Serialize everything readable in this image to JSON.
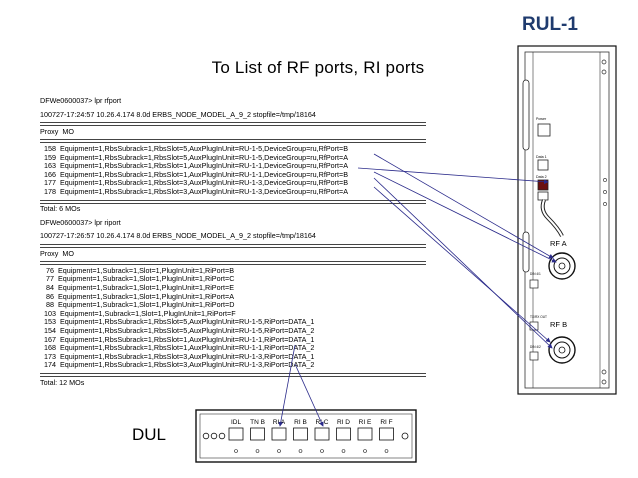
{
  "slide": {
    "title": "To List of RF ports, RI ports",
    "rul_label": "RUL-1",
    "dul_label": "DUL"
  },
  "listing": [
    {
      "kind": "text",
      "text": "DFWe0600037> lpr rfport"
    },
    {
      "kind": "gap"
    },
    {
      "kind": "text",
      "text": "100727-17:24:57 10.26.4.174 8.0d ERBS_NODE_MODEL_A_9_2 stopfile=/tmp/18164"
    },
    {
      "kind": "bar"
    },
    {
      "kind": "text",
      "text": "Proxy  MO"
    },
    {
      "kind": "bar"
    },
    {
      "kind": "text",
      "text": "  158  Equipment=1,RbsSubrack=1,RbsSlot=5,AuxPlugInUnit=RU-1-5,DeviceGroup=ru,RfPort=B"
    },
    {
      "kind": "text",
      "text": "  159  Equipment=1,RbsSubrack=1,RbsSlot=5,AuxPlugInUnit=RU-1-5,DeviceGroup=ru,RfPort=A"
    },
    {
      "kind": "text",
      "text": "  163  Equipment=1,RbsSubrack=1,RbsSlot=1,AuxPlugInUnit=RU-1-1,DeviceGroup=ru,RfPort=A"
    },
    {
      "kind": "text",
      "text": "  166  Equipment=1,RbsSubrack=1,RbsSlot=1,AuxPlugInUnit=RU-1-1,DeviceGroup=ru,RfPort=B"
    },
    {
      "kind": "text",
      "text": "  177  Equipment=1,RbsSubrack=1,RbsSlot=3,AuxPlugInUnit=RU-1-3,DeviceGroup=ru,RfPort=B"
    },
    {
      "kind": "text",
      "text": "  178  Equipment=1,RbsSubrack=1,RbsSlot=3,AuxPlugInUnit=RU-1-3,DeviceGroup=ru,RfPort=A"
    },
    {
      "kind": "bar"
    },
    {
      "kind": "text",
      "text": "Total: 6 MOs"
    },
    {
      "kind": "gap"
    },
    {
      "kind": "text",
      "text": "DFWe0600037> lpr riport"
    },
    {
      "kind": "gap"
    },
    {
      "kind": "text",
      "text": "100727-17:26:57 10.26.4.174 8.0d ERBS_NODE_MODEL_A_9_2 stopfile=/tmp/18164"
    },
    {
      "kind": "bar"
    },
    {
      "kind": "text",
      "text": "Proxy  MO"
    },
    {
      "kind": "bar"
    },
    {
      "kind": "text",
      "text": "   76  Equipment=1,Subrack=1,Slot=1,PlugInUnit=1,RiPort=B"
    },
    {
      "kind": "text",
      "text": "   77  Equipment=1,Subrack=1,Slot=1,PlugInUnit=1,RiPort=C"
    },
    {
      "kind": "text",
      "text": "   84  Equipment=1,Subrack=1,Slot=1,PlugInUnit=1,RiPort=E"
    },
    {
      "kind": "text",
      "text": "   86  Equipment=1,Subrack=1,Slot=1,PlugInUnit=1,RiPort=A"
    },
    {
      "kind": "text",
      "text": "   88  Equipment=1,Subrack=1,Slot=1,PlugInUnit=1,RiPort=D"
    },
    {
      "kind": "text",
      "text": "  103  Equipment=1,Subrack=1,Slot=1,PlugInUnit=1,RiPort=F"
    },
    {
      "kind": "text",
      "text": "  153  Equipment=1,RbsSubrack=1,RbsSlot=5,AuxPlugInUnit=RU-1-5,RiPort=DATA_1"
    },
    {
      "kind": "text",
      "text": "  154  Equipment=1,RbsSubrack=1,RbsSlot=5,AuxPlugInUnit=RU-1-5,RiPort=DATA_2"
    },
    {
      "kind": "text",
      "text": "  167  Equipment=1,RbsSubrack=1,RbsSlot=1,AuxPlugInUnit=RU-1-1,RiPort=DATA_1"
    },
    {
      "kind": "text",
      "text": "  168  Equipment=1,RbsSubrack=1,RbsSlot=1,AuxPlugInUnit=RU-1-1,RiPort=DATA_2"
    },
    {
      "kind": "text",
      "text": "  173  Equipment=1,RbsSubrack=1,RbsSlot=3,AuxPlugInUnit=RU-1-3,RiPort=DATA_1"
    },
    {
      "kind": "text",
      "text": "  174  Equipment=1,RbsSubrack=1,RbsSlot=3,AuxPlugInUnit=RU-1-3,RiPort=DATA_2"
    },
    {
      "kind": "bar"
    },
    {
      "kind": "text",
      "text": "Total: 12 MOs"
    }
  ],
  "rul_panel": {
    "labels": [
      "Power",
      "Data 1",
      "Data 2",
      "RF A",
      "RF B",
      "DIN 4/1",
      "DIN 4/2",
      "TX/RX OUT"
    ]
  },
  "dul_panel": {
    "ports": [
      "IDL",
      "TN B",
      "RI A",
      "RI B",
      "RI C",
      "RI D",
      "RI E",
      "RI F"
    ]
  },
  "colors": {
    "rul_label": "#1f3b6e",
    "arrow": "#2a2a8a"
  }
}
